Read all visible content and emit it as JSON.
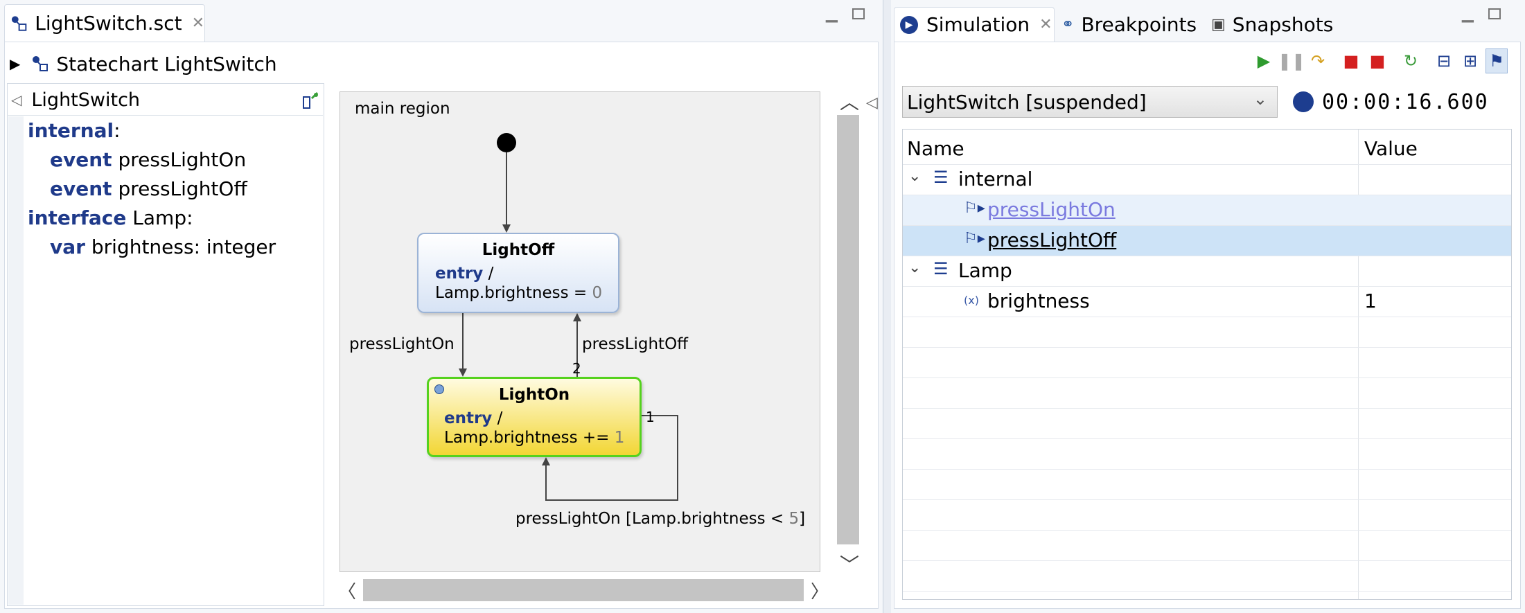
{
  "editor": {
    "tab_title": "LightSwitch.sct",
    "breadcrumb": "Statechart LightSwitch",
    "definition": {
      "header": "LightSwitch",
      "lines": [
        {
          "kw": "internal",
          "rest": ":"
        },
        {
          "kw": "event",
          "rest": " pressLightOn"
        },
        {
          "kw": "event",
          "rest": " pressLightOff"
        },
        {
          "kw": "interface",
          "rest": " Lamp:"
        },
        {
          "kw": "var",
          "rest": " brightness: integer"
        }
      ]
    },
    "diagram": {
      "region_label": "main region",
      "states": {
        "light_off": {
          "name": "LightOff",
          "entry_kw": "entry",
          "entry_sep": " /",
          "action": "Lamp.brightness = ",
          "action_num": "0"
        },
        "light_on": {
          "name": "LightOn",
          "entry_kw": "entry",
          "entry_sep": " /",
          "action": "Lamp.brightness += ",
          "action_num": "1"
        }
      },
      "transitions": {
        "off_to_on": "pressLightOn",
        "on_to_off": "pressLightOff",
        "on_to_off_priority": "2",
        "self_loop_priority": "1",
        "self_loop_text": "pressLightOn [Lamp.brightness < ",
        "self_loop_num": "5",
        "self_loop_end": "]"
      }
    }
  },
  "simulation": {
    "tabs": {
      "simulation": "Simulation",
      "breakpoints": "Breakpoints",
      "snapshots": "Snapshots"
    },
    "session": "LightSwitch [suspended]",
    "timer": "00:00:16.600",
    "tree": {
      "col_name": "Name",
      "col_value": "Value",
      "internal_label": "internal",
      "event_on": "pressLightOn",
      "event_off": "pressLightOff",
      "lamp_label": "Lamp",
      "var_label": "brightness",
      "var_value": "1"
    }
  },
  "colors": {
    "keyword": "#1f3a8a",
    "active_state_border": "#55d21e",
    "selected_row": "#cde3f7"
  }
}
